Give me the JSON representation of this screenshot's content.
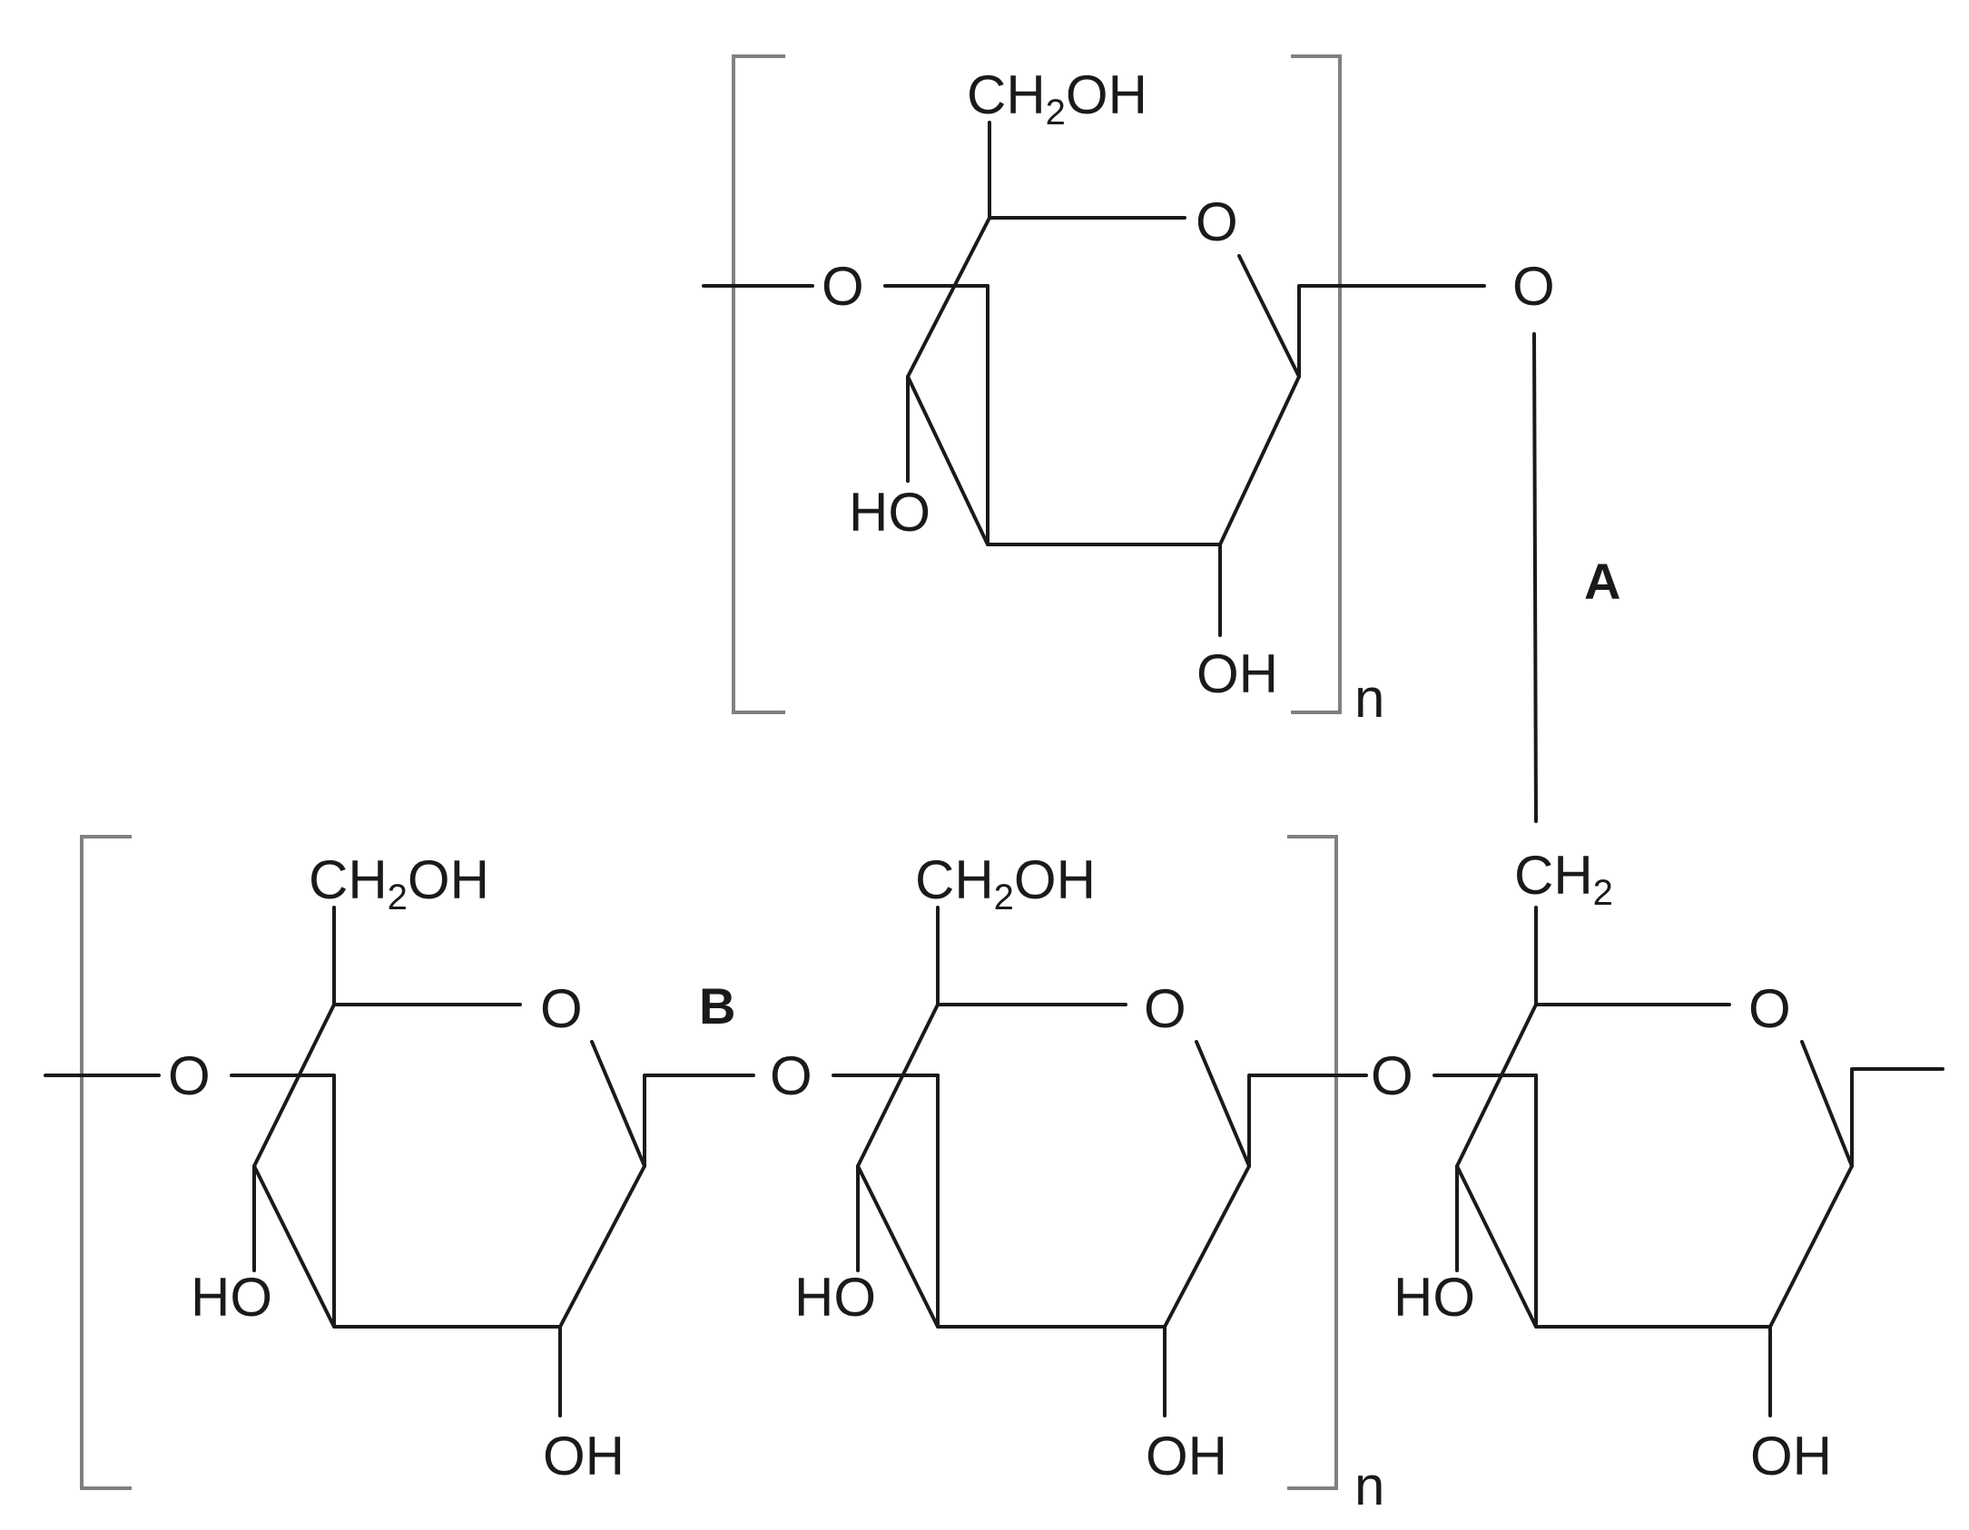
{
  "labels": {
    "ring_oxygen": "O",
    "bridge_oxygen": "O",
    "hydroxyl_right": "OH",
    "hydroxyl_left": "HO",
    "hydroxymethyl_main": "CH",
    "hydroxymethyl_sub": "2",
    "hydroxymethyl_tail": "OH",
    "methylene_main": "CH",
    "methylene_sub": "2",
    "repeat_index": "n",
    "linkage_a": "A",
    "linkage_b": "B"
  },
  "colors": {
    "bond": "#1a1a1a",
    "bracket": "#808080",
    "background": "#ffffff"
  }
}
